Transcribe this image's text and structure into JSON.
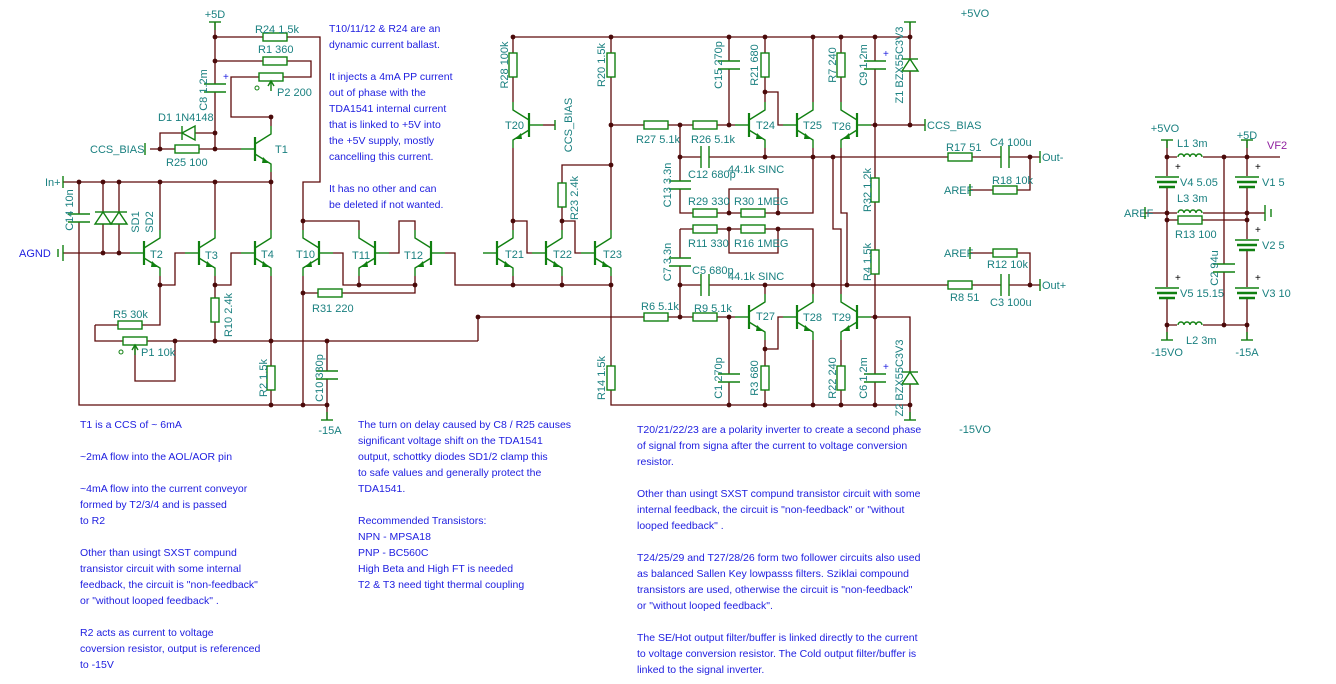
{
  "colors": {
    "wire": "#5e0a0a",
    "component": "#118011",
    "label": "#1a8080",
    "note": "#2020e0",
    "agnd": "#2020e0",
    "vf2": "#9020a0"
  },
  "nets": {
    "plus5d_top": "+5D",
    "in_plus": "In+",
    "agnd": "AGND",
    "ccs_bias_left": "CCS_BIAS",
    "minus15a_mid": "-15A",
    "ccs_bias_t20": "CCS_BIAS",
    "plus5vo_top": "+5VO",
    "minus15vo_bottom": "-15VO",
    "ccs_bias_right": "CCS_BIAS",
    "out_minus": "Out-",
    "out_plus": "Out+",
    "aref_1": "AREF",
    "aref_2": "AREF",
    "plus5vo_psu": "+5VO",
    "plus5d_psu": "+5D",
    "vf2": "VF2",
    "aref_psu": "AREF",
    "minus15vo_psu": "-15VO",
    "minus15a_psu": "-15A"
  },
  "components": {
    "R24": "R24 1.5k",
    "R1": "R1 360",
    "P2": "P2 200",
    "C8": "C8 1.2m",
    "D1": "D1 1N4148",
    "R25": "R25 100",
    "T1": "T1",
    "C14": "C14 10n",
    "SD1": "SD1",
    "SD2": "SD2",
    "T2": "T2",
    "T3": "T3",
    "T4": "T4",
    "R5": "R5 30k",
    "P1": "P1 10k",
    "R10": "R10 2.4k",
    "R2": "R2 1.5k",
    "C10": "C10 330p",
    "T10": "T10",
    "T11": "T11",
    "T12": "T12",
    "R31": "R31 220",
    "R28": "R28 100k",
    "T20": "T20",
    "R20": "R20 1.5k",
    "R23": "R23 2.4k",
    "T21": "T21",
    "T22": "T22",
    "T23": "T23",
    "R14": "R14 1.5k",
    "R27": "R27 5.1k",
    "R26": "R26 5.1k",
    "C15": "C15 270p",
    "R21": "R21 680",
    "T24": "T24",
    "T25": "T25",
    "R7": "R7 240",
    "T26": "T26",
    "C9": "C9 1.2m",
    "Z1": "Z1 BZX55C3V3",
    "C12": "C12 680p",
    "sinc1": "44.1k SINC",
    "C13": "C13 3.3n",
    "R29": "R29 330",
    "R30": "R30 1MEG",
    "R11": "R11 330",
    "R16": "R16 1MEG",
    "C7": "C7 3.3n",
    "C5": "C5 680p",
    "sinc2": "44.1k SINC",
    "R6": "R6 5.1k",
    "R9": "R9 5.1k",
    "T27": "T27",
    "T28": "T28",
    "T29": "T29",
    "C1": "C1 270p",
    "R3": "R3 680",
    "R22": "R22 240",
    "C6": "C6 1.2m",
    "Z2": "Z2 BZX55C3V3",
    "R17": "R17 51",
    "C4": "C4 100u",
    "R32": "R32 1.2k",
    "R18": "R18 10k",
    "R4": "R4 1.5k",
    "R12": "R12 10k",
    "R8": "R8 51",
    "C3": "C3 100u",
    "L1": "L1 3m",
    "V4": "V4 5.05",
    "V1": "V1 5",
    "L3": "L3 3m",
    "R13": "R13 100",
    "V2": "V2 5",
    "C2": "C2 94u",
    "V5": "V5 15.15",
    "V3": "V3 10",
    "L2": "L2 3m"
  },
  "notes": {
    "ballast": [
      "T10/11/12 & R24 are an",
      "dynamic current ballast.",
      "",
      "It injects a 4mA PP current",
      "out of phase with the",
      "TDA1541 internal current",
      "that is linked to +5V into",
      "the +5V supply, mostly",
      "cancelling this current.",
      "",
      "It has no other and can",
      "be deleted if not wanted."
    ],
    "ccs": [
      "T1 is a CCS of ~ 6mA",
      "",
      "~2mA flow into the AOL/AOR pin",
      "",
      "~4mA flow into the current conveyor",
      "formed by T2/3/4 and is passed",
      "to R2",
      "",
      "Other than usingt SXST compund",
      "transistor circuit with some internal",
      "feedback, the circuit is \"non-feedback\"",
      "or \"without looped feedback\" .",
      "",
      "R2 acts as current to voltage",
      "coversion resistor, output is referenced",
      "to -15V"
    ],
    "turn_on": [
      "The turn on delay caused by C8 / R25 causes",
      "significant voltage shift on the TDA1541",
      "output, schottky diodes SD1/2 clamp this",
      "to safe values and generally protect the",
      "TDA1541.",
      "",
      "Recommended Transistors:",
      "NPN - MPSA18",
      "PNP - BC560C",
      "High Beta and High FT is needed",
      "T2 & T3 need tight thermal coupling"
    ],
    "inverter": [
      "T20/21/22/23 are a polarity inverter to create a second phase",
      "of signal from signa after the current to voltage conversion",
      "resistor.",
      "",
      "Other than usingt SXST compund transistor circuit with some",
      "internal feedback, the circuit is \"non-feedback\" or \"without",
      "looped feedback\" .",
      "",
      "T24/25/29 and T27/28/26 form two follower circuits also used",
      "as balanced Sallen Key lowpasss filters. Sziklai compound",
      "transistors are used, otherwise the circuit is \"non-feedback\"",
      "or \"without looped feedback\".",
      "",
      "The SE/Hot output filter/buffer is linked directly to the current",
      "to voltage conversion resistor. The Cold output filter/buffer is",
      "linked to the signal inverter."
    ]
  }
}
